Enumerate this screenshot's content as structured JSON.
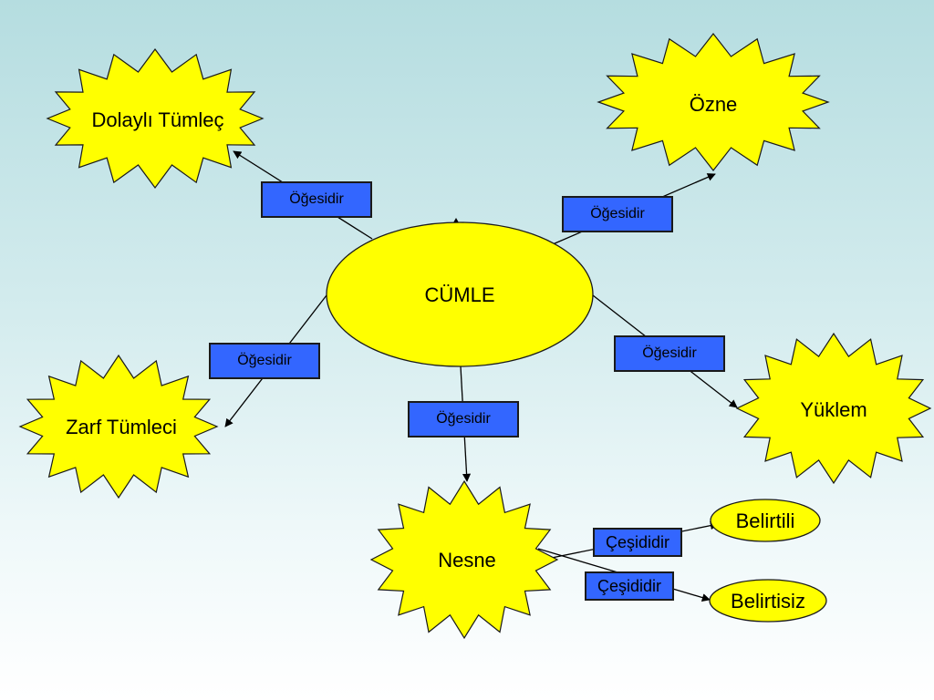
{
  "diagram": {
    "center": "CÜMLE",
    "nodes": {
      "dolayli": "Dolaylı Tümleç",
      "ozne": "Özne",
      "zarf": "Zarf Tümleci",
      "yuklem": "Yüklem",
      "nesne": "Nesne",
      "belirtili": "Belirtili",
      "belirtisiz": "Belirtisiz"
    },
    "relations": {
      "to_dolayli": "Öğesidir",
      "to_ozne": "Öğesidir",
      "to_zarf": "Öğesidir",
      "to_yuklem": "Öğesidir",
      "to_nesne": "Öğesidir",
      "to_belirtili": "Çeşididir",
      "to_belirtisiz": "Çeşididir"
    },
    "colors": {
      "node_fill": "#ffff00",
      "label_fill": "#3366ff",
      "background_top": "#b5dde0",
      "background_bottom": "#ffffff"
    }
  }
}
